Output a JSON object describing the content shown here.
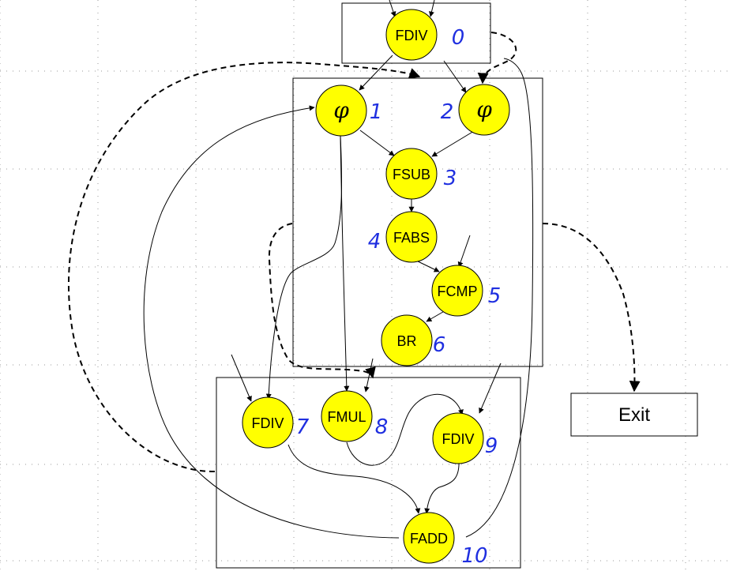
{
  "colors": {
    "node_fill": "#ffff00",
    "number_ink": "#1f2fe0",
    "line": "#000000"
  },
  "nodes": [
    {
      "label": "FDIV",
      "number": "0"
    },
    {
      "label": "φ",
      "number": "1"
    },
    {
      "label": "φ",
      "number": "2"
    },
    {
      "label": "FSUB",
      "number": "3"
    },
    {
      "label": "FABS",
      "number": "4"
    },
    {
      "label": "FCMP",
      "number": "5"
    },
    {
      "label": "BR",
      "number": "6"
    },
    {
      "label": "FDIV",
      "number": "7"
    },
    {
      "label": "FMUL",
      "number": "8"
    },
    {
      "label": "FDIV",
      "number": "9"
    },
    {
      "label": "FADD",
      "number": "10"
    }
  ],
  "exit": {
    "label": "Exit"
  }
}
